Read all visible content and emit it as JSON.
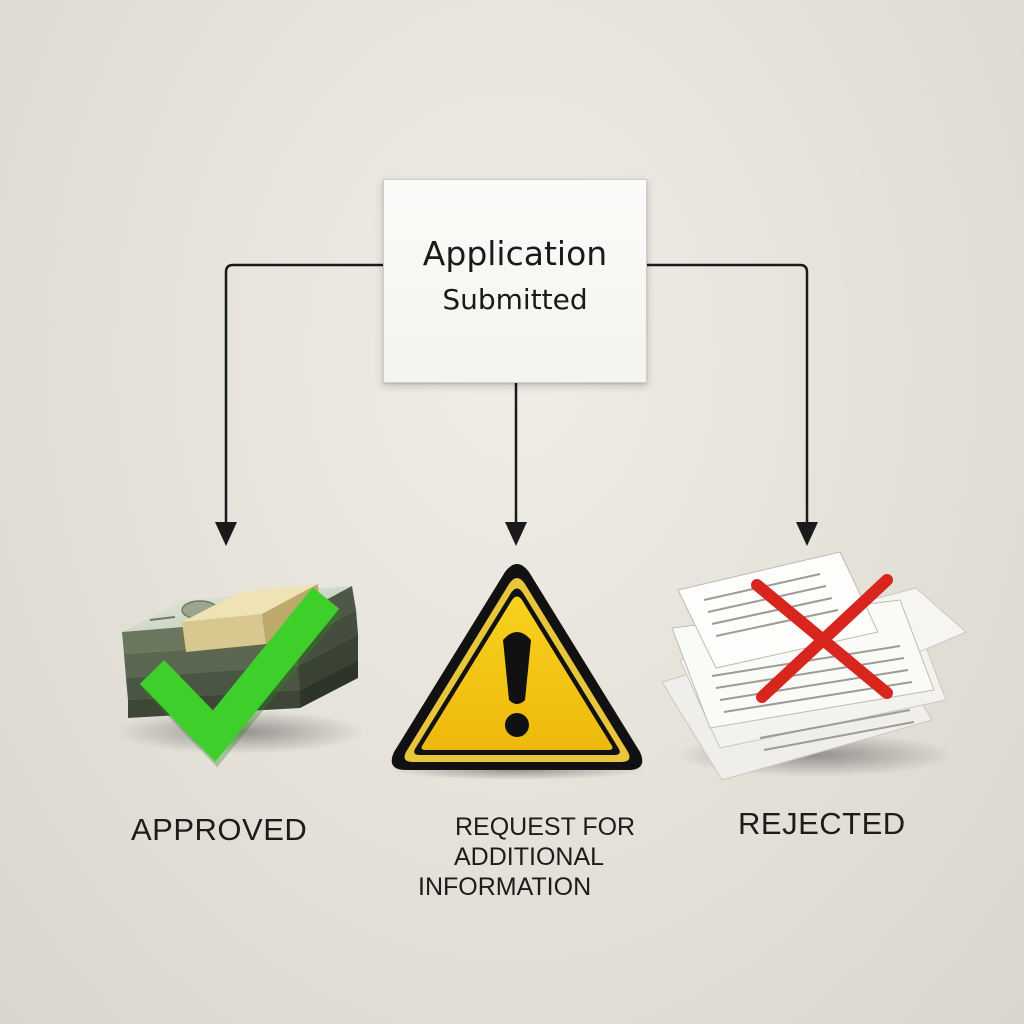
{
  "start": {
    "line1": "Application",
    "line2": "Submitted"
  },
  "outcomes": {
    "approved": {
      "label": "APPROVED",
      "icon": "money-stack-checkmark-icon",
      "accent": "#3ecf2b"
    },
    "request": {
      "line1": "REQUEST FOR",
      "line2": "ADDITIONAL",
      "line3": "INFORMATION",
      "icon": "warning-triangle-icon",
      "accent": "#f4c816"
    },
    "rejected": {
      "label": "REJECTED",
      "icon": "documents-cross-icon",
      "accent": "#d8261e"
    }
  },
  "colors": {
    "background": "#e6e3db",
    "connector": "#1a1a1a"
  }
}
